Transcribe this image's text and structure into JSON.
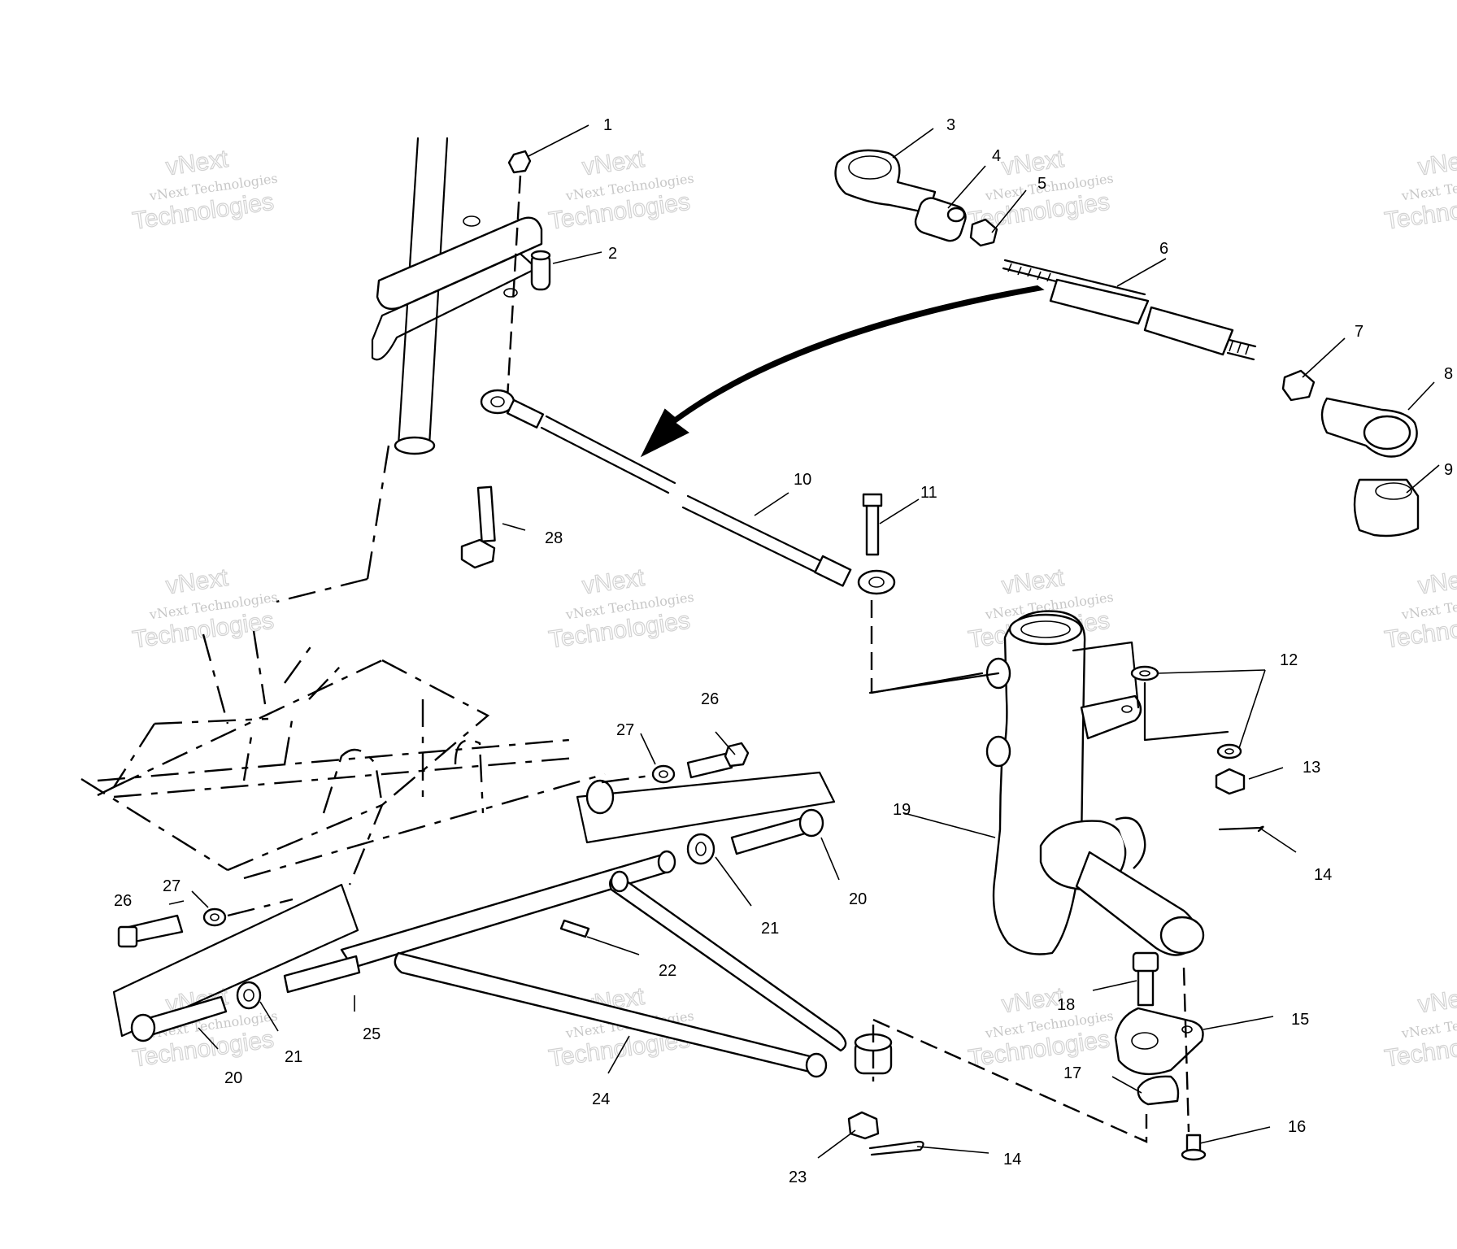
{
  "callouts": {
    "c1": "1",
    "c2": "2",
    "c3": "3",
    "c4": "4",
    "c5": "5",
    "c6": "6",
    "c7": "7",
    "c8": "8",
    "c9": "9",
    "c10": "10",
    "c11": "11",
    "c12": "12",
    "c13": "13",
    "c14a": "14",
    "c14b": "14",
    "c15": "15",
    "c16": "16",
    "c17": "17",
    "c18": "18",
    "c19": "19",
    "c20a": "20",
    "c20b": "20",
    "c21a": "21",
    "c21b": "21",
    "c22": "22",
    "c23": "23",
    "c24": "24",
    "c25": "25",
    "c26a": "26",
    "c26b": "26",
    "c27a": "27",
    "c27b": "27",
    "c28": "28"
  },
  "watermark": {
    "line1": "vNext Technologies",
    "line2": "vNext",
    "line3": "Technologies"
  }
}
